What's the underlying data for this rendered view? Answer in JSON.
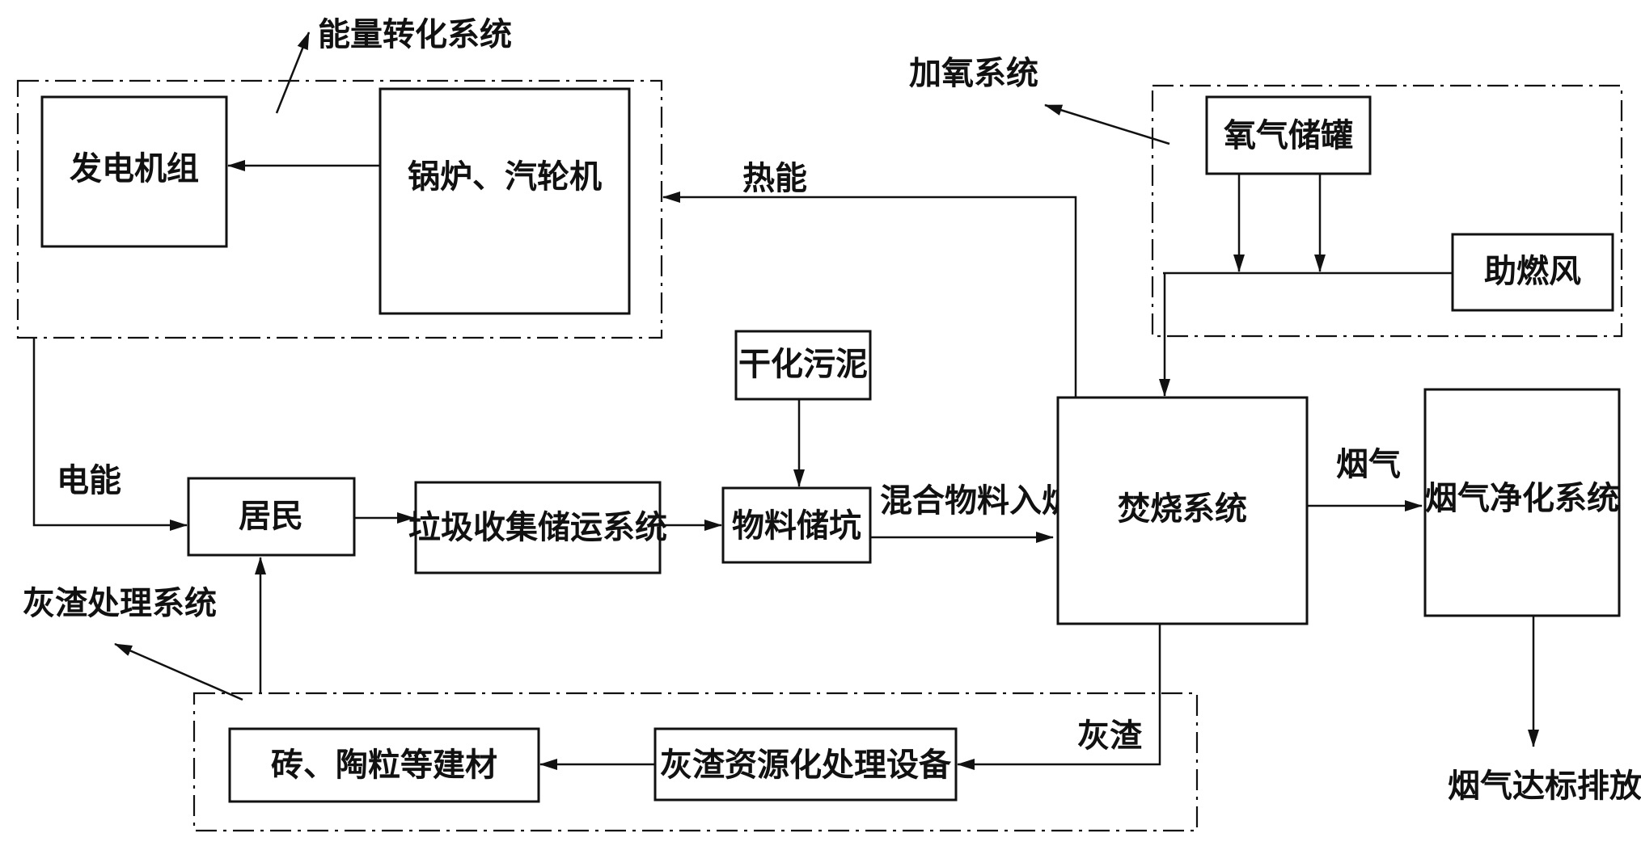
{
  "groups": {
    "energy": "能量转化系统",
    "oxygen": "加氧系统",
    "ash": "灰渣处理系统"
  },
  "nodes": {
    "generator": "发电机组",
    "boiler": "锅炉、汽轮机",
    "dried_sludge": "干化污泥",
    "residents": "居民",
    "garbage": "垃圾收集储运系统",
    "storage_pit": "物料储坑",
    "incinerator": "焚烧系统",
    "flue_clean": "烟气净化系统",
    "oxygen_tank": "氧气储罐",
    "combustion_air": "助燃风",
    "ash_equipment": "灰渣资源化处理设备",
    "building_materials": "砖、陶粒等建材"
  },
  "edges": {
    "heat": "热能",
    "electric": "电能",
    "mixed_feed": "混合物料入炉",
    "flue_gas": "烟气",
    "ash": "灰渣",
    "emission": "烟气达标排放"
  }
}
